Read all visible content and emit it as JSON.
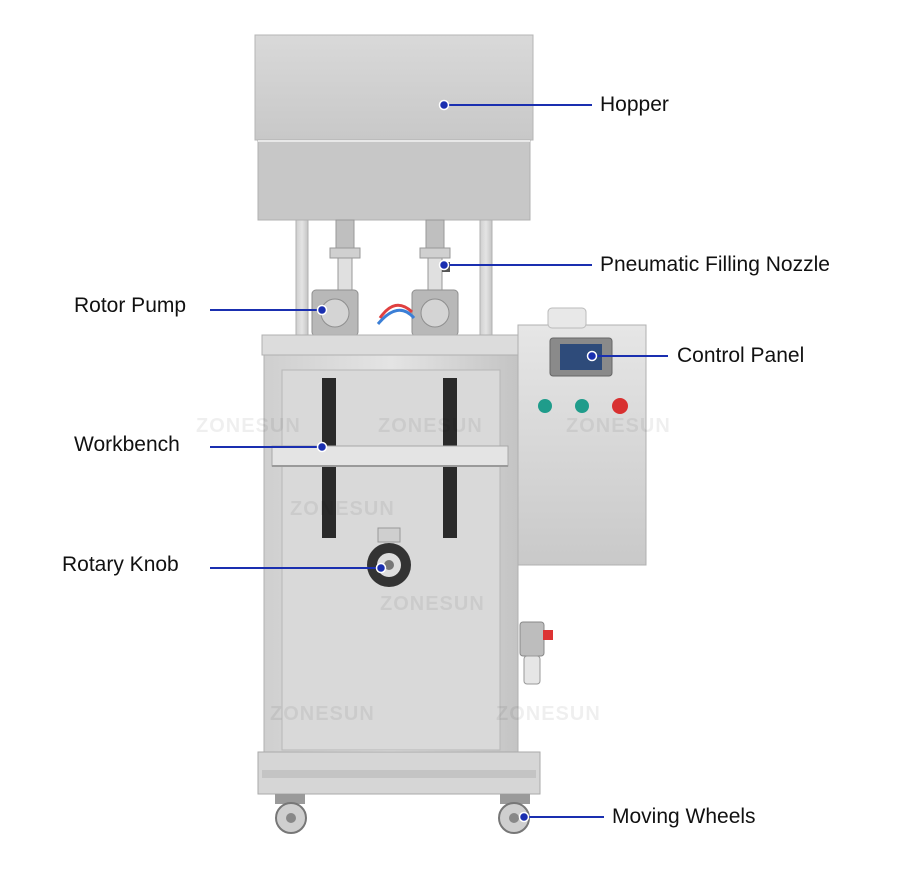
{
  "watermark": "ZONESUN",
  "accent_color": "#1a2fb0",
  "callouts": [
    {
      "id": "hopper",
      "label": "Hopper"
    },
    {
      "id": "pneumatic-filling-nozzle",
      "label": "Pneumatic Filling Nozzle"
    },
    {
      "id": "rotor-pump",
      "label": "Rotor Pump"
    },
    {
      "id": "control-panel",
      "label": "Control Panel"
    },
    {
      "id": "workbench",
      "label": "Workbench"
    },
    {
      "id": "rotary-knob",
      "label": "Rotary Knob"
    },
    {
      "id": "moving-wheels",
      "label": "Moving Wheels"
    }
  ]
}
